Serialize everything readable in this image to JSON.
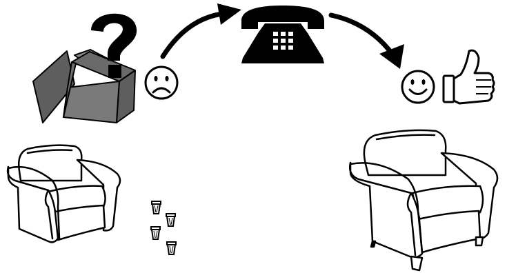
{
  "diagram": {
    "icons": {
      "question_mark": "question-mark-icon",
      "open_box": "open-box-icon",
      "sad_face": "sad-face-icon",
      "telephone": "telephone-icon",
      "happy_face": "happy-face-icon",
      "thumbs_up": "thumbs-up-icon",
      "armchair_without_legs": "armchair-without-legs",
      "loose_legs": "loose-furniture-legs",
      "armchair_with_legs": "armchair-with-legs",
      "arrows": "curved-arrow-icon"
    },
    "colors": {
      "ink": "#000000",
      "box_fill": "#7a7a7a",
      "box_fill_dark": "#5e5e5e",
      "background": "#ffffff"
    }
  }
}
